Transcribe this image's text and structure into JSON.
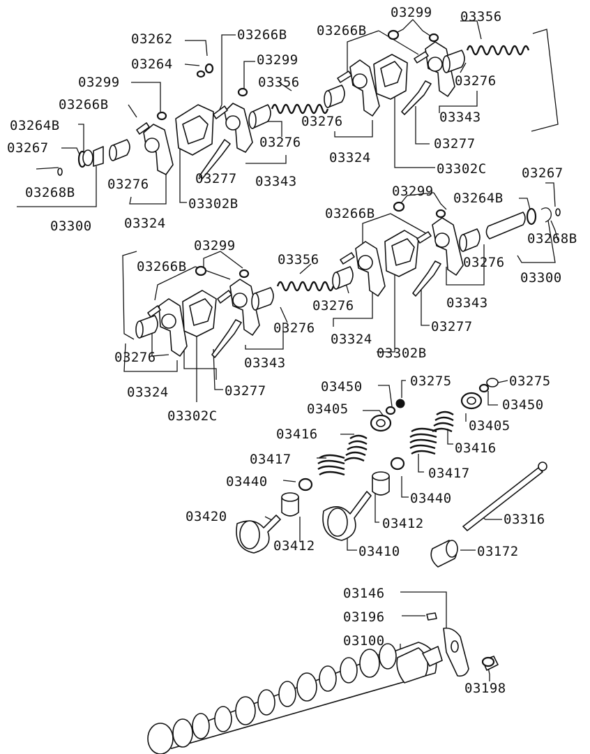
{
  "diagram": {
    "callouts": [
      {
        "label": "03299"
      },
      {
        "label": "03356"
      },
      {
        "label": "03266B"
      },
      {
        "label": "03262"
      },
      {
        "label": "03266B"
      },
      {
        "label": "03264"
      },
      {
        "label": "03299"
      },
      {
        "label": "03356"
      },
      {
        "label": "03276"
      },
      {
        "label": "03299"
      },
      {
        "label": "03266B"
      },
      {
        "label": "03343"
      },
      {
        "label": "03264B"
      },
      {
        "label": "03276"
      },
      {
        "label": "03276"
      },
      {
        "label": "03277"
      },
      {
        "label": "03267"
      },
      {
        "label": "03324"
      },
      {
        "label": "03302C"
      },
      {
        "label": "03277"
      },
      {
        "label": "03343"
      },
      {
        "label": "03268B"
      },
      {
        "label": "03276"
      },
      {
        "label": "03302B"
      },
      {
        "label": "03300"
      },
      {
        "label": "03324"
      },
      {
        "label": "03267"
      },
      {
        "label": "03299"
      },
      {
        "label": "03264B"
      },
      {
        "label": "03266B"
      },
      {
        "label": "03268B"
      },
      {
        "label": "03299"
      },
      {
        "label": "03356"
      },
      {
        "label": "03276"
      },
      {
        "label": "03300"
      },
      {
        "label": "03266B"
      },
      {
        "label": "03276"
      },
      {
        "label": "03343"
      },
      {
        "label": "03276"
      },
      {
        "label": "03277"
      },
      {
        "label": "03324"
      },
      {
        "label": "03276"
      },
      {
        "label": "03302B"
      },
      {
        "label": "03343"
      },
      {
        "label": "03324"
      },
      {
        "label": "03277"
      },
      {
        "label": "03302C"
      },
      {
        "label": "03450"
      },
      {
        "label": "03275"
      },
      {
        "label": "03275"
      },
      {
        "label": "03405"
      },
      {
        "label": "03450"
      },
      {
        "label": "03416"
      },
      {
        "label": "03405"
      },
      {
        "label": "03416"
      },
      {
        "label": "03417"
      },
      {
        "label": "03417"
      },
      {
        "label": "03440"
      },
      {
        "label": "03440"
      },
      {
        "label": "03420"
      },
      {
        "label": "03412"
      },
      {
        "label": "03316"
      },
      {
        "label": "03412"
      },
      {
        "label": "03410"
      },
      {
        "label": "03172"
      },
      {
        "label": "03146"
      },
      {
        "label": "03196"
      },
      {
        "label": "03100"
      },
      {
        "label": "03198"
      }
    ]
  }
}
